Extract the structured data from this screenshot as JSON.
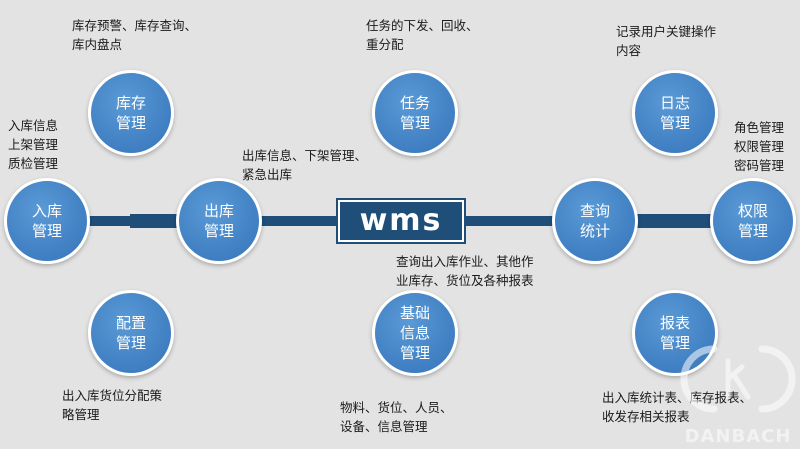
{
  "center": {
    "label": "WMS"
  },
  "nodes": [
    {
      "id": "inventory",
      "label": "库存\n管理"
    },
    {
      "id": "task",
      "label": "任务\n管理"
    },
    {
      "id": "log",
      "label": "日志\n管理"
    },
    {
      "id": "inbound",
      "label": "入库\n管理"
    },
    {
      "id": "outbound",
      "label": "出库\n管理"
    },
    {
      "id": "query",
      "label": "查询\n统计"
    },
    {
      "id": "permission",
      "label": "权限\n管理"
    },
    {
      "id": "config",
      "label": "配置\n管理"
    },
    {
      "id": "basic",
      "label": "基础\n信息\n管理"
    },
    {
      "id": "report",
      "label": "报表\n管理"
    }
  ],
  "descriptions": {
    "inventory": "库存预警、库存查询、\n库内盘点",
    "task": "任务的下发、回收、\n重分配",
    "log": "记录用户关键操作\n内容",
    "inbound": "入库信息\n上架管理\n质检管理",
    "outbound": "出库信息、下架管理、\n紧急出库",
    "query": "查询出入库作业、其他作\n业库存、货位及各种报表",
    "permission": "角色管理\n权限管理\n密码管理",
    "config": "出入库货位分配策\n略管理",
    "basic": "物料、货位、人员、\n设备、信息管理",
    "report": "出入库统计表、库存报表、\n收发存相关报表"
  },
  "watermark": {
    "text": "DANBACH"
  },
  "colors": {
    "bar": "#1f4e79",
    "node": "#4a8acb",
    "background": "#e3e3e3"
  }
}
